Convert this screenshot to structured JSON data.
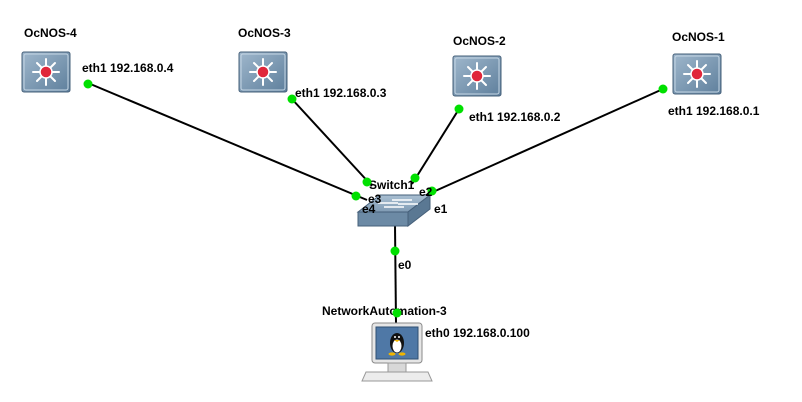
{
  "nodes": {
    "ocnos4": {
      "name": "OcNOS-4",
      "icon": "router-icon"
    },
    "ocnos3": {
      "name": "OcNOS-3",
      "icon": "router-icon"
    },
    "ocnos2": {
      "name": "OcNOS-2",
      "icon": "router-icon"
    },
    "ocnos1": {
      "name": "OcNOS-1",
      "icon": "router-icon"
    },
    "switch1": {
      "name": "Switch1",
      "icon": "switch-icon"
    },
    "netauto": {
      "name": "NetworkAutomation-3",
      "icon": "linux-computer-icon"
    }
  },
  "ports": {
    "ocnos4_eth1": "eth1 192.168.0.4",
    "ocnos3_eth1": "eth1 192.168.0.3",
    "ocnos2_eth1": "eth1 192.168.0.2",
    "ocnos1_eth1": "eth1 192.168.0.1",
    "sw_e0": "e0",
    "sw_e1": "e1",
    "sw_e2": "e2",
    "sw_e3": "e3",
    "sw_e4": "e4",
    "netauto_eth0": "eth0 192.168.0.100"
  },
  "links": [
    {
      "from": "OcNOS-4",
      "from_port": "eth1",
      "to": "Switch1",
      "to_port": "e4"
    },
    {
      "from": "OcNOS-3",
      "from_port": "eth1",
      "to": "Switch1",
      "to_port": "e3"
    },
    {
      "from": "OcNOS-2",
      "from_port": "eth1",
      "to": "Switch1",
      "to_port": "e2"
    },
    {
      "from": "OcNOS-1",
      "from_port": "eth1",
      "to": "Switch1",
      "to_port": "e1"
    },
    {
      "from": "NetworkAutomation-3",
      "from_port": "eth0",
      "to": "Switch1",
      "to_port": "e0"
    }
  ],
  "colors": {
    "link": "#000000",
    "port_dot": "#00e000",
    "router_body": "#6f8ea8",
    "router_center": "#e0263a",
    "switch_body": "#7a97b0"
  }
}
